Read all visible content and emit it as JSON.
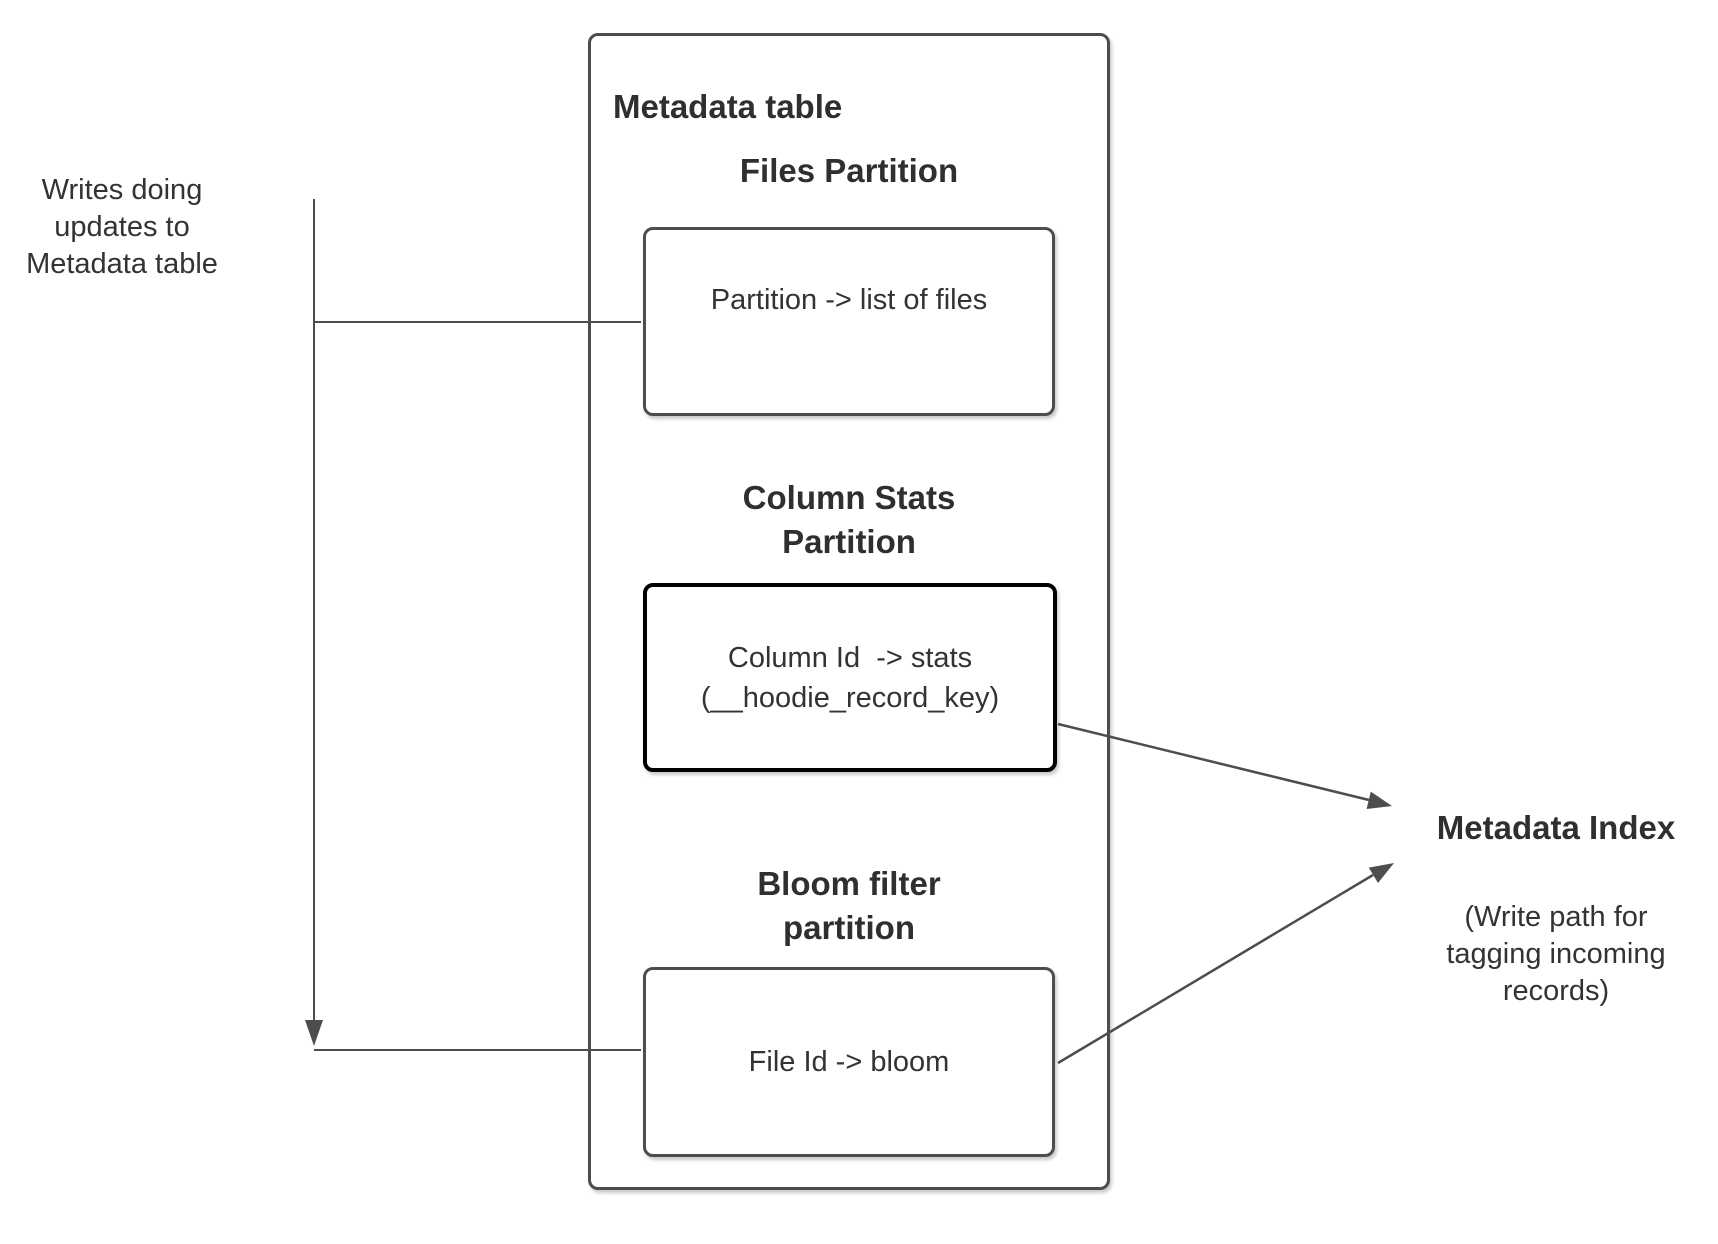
{
  "left_note": {
    "text": "Writes doing\nupdates to\nMetadata table"
  },
  "metadata_table": {
    "title": "Metadata table",
    "partitions": [
      {
        "heading": "Files Partition",
        "label": "Partition -> list of files"
      },
      {
        "heading": "Column Stats\nPartition",
        "label": "Column Id  -> stats\n(__hoodie_record_key)"
      },
      {
        "heading": "Bloom filter\npartition",
        "label": "File Id -> bloom"
      }
    ]
  },
  "metadata_index": {
    "title": "Metadata Index",
    "subtitle": "(Write path for\ntagging incoming\nrecords)"
  },
  "colors": {
    "background": "#ffffff",
    "line": "#4d4d4d",
    "box_border": "#4d4d4d",
    "emphasis_box_border": "#000000",
    "text": "#333333"
  }
}
